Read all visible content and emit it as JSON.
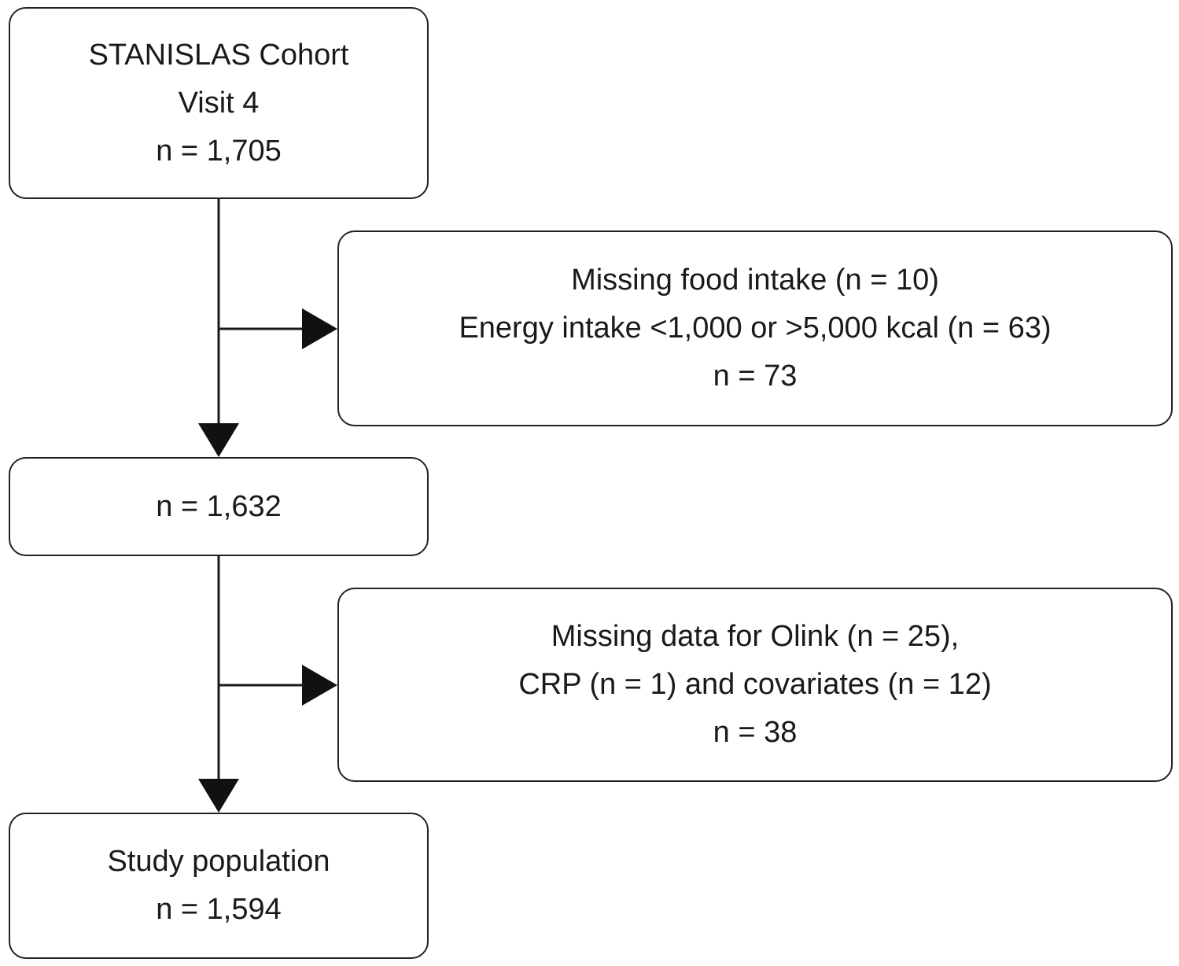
{
  "flowchart": {
    "cohort_box": {
      "lines": [
        "STANISLAS Cohort",
        "Visit 4",
        "n = 1,705"
      ]
    },
    "exclusion_box_1": {
      "lines": [
        "Missing food intake (n = 10)",
        "Energy intake <1,000 or >5,000 kcal (n = 63)",
        "n = 73"
      ]
    },
    "intermediate_box": {
      "lines": [
        "n = 1,632"
      ]
    },
    "exclusion_box_2": {
      "lines": [
        "Missing data for Olink (n = 25),",
        "CRP (n = 1) and covariates (n = 12)",
        "n = 38"
      ]
    },
    "final_box": {
      "lines": [
        "Study population",
        "n = 1,594"
      ]
    }
  },
  "colors": {
    "line": "#1a1a1a",
    "box_border": "#222222",
    "background": "#ffffff"
  }
}
